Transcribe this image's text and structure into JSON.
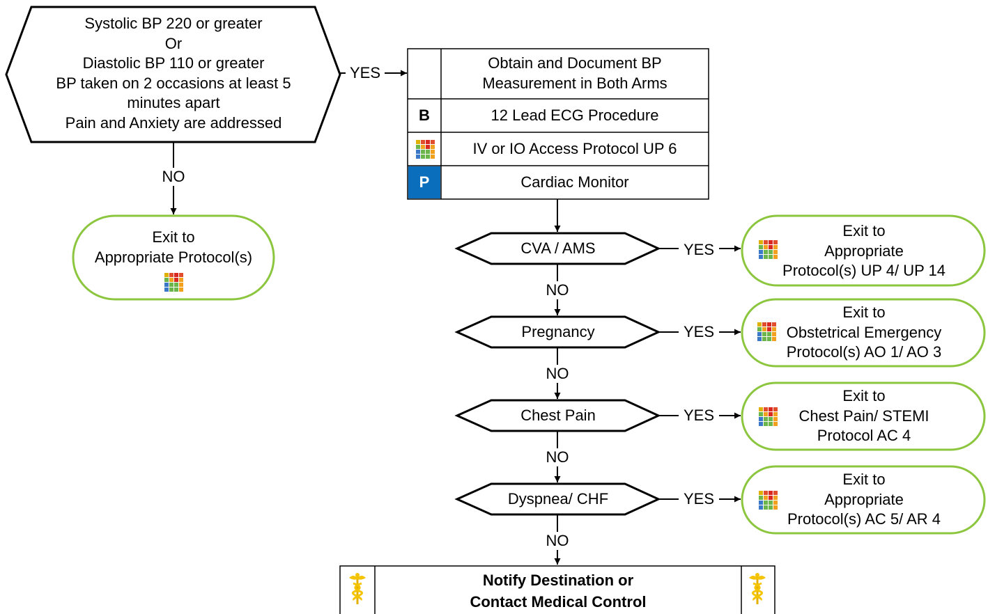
{
  "start": {
    "lines": [
      "Systolic BP 220 or greater",
      "Or",
      "Diastolic BP 110 or greater",
      "BP taken on 2 occasions at least 5",
      "minutes apart",
      "Pain and Anxiety are addressed"
    ]
  },
  "edges": {
    "yes": "YES",
    "no": "NO"
  },
  "exit_left": {
    "lines": [
      "Exit to",
      "Appropriate Protocol(s)"
    ]
  },
  "procedures": [
    {
      "badge": "",
      "text": [
        "Obtain and Document BP",
        "Measurement in Both Arms"
      ]
    },
    {
      "badge": "B",
      "text": [
        "12 Lead ECG Procedure"
      ]
    },
    {
      "badge": "grid-icon",
      "text": [
        "IV or IO Access Protocol UP 6"
      ]
    },
    {
      "badge": "P",
      "text": [
        "Cardiac Monitor"
      ]
    }
  ],
  "decisions": [
    {
      "label": "CVA / AMS",
      "exit": [
        "Exit to",
        "Appropriate",
        "Protocol(s) UP 4/ UP 14"
      ]
    },
    {
      "label": "Pregnancy",
      "exit": [
        "Exit to",
        "Obstetrical Emergency",
        "Protocol(s) AO 1/ AO 3"
      ]
    },
    {
      "label": "Chest Pain",
      "exit": [
        "Exit to",
        "Chest Pain/ STEMI",
        "Protocol AC 4"
      ]
    },
    {
      "label": "Dyspnea/ CHF",
      "exit": [
        "Exit to",
        "Appropriate",
        "Protocol(s) AC 5/ AR 4"
      ]
    }
  ],
  "final": {
    "lines": [
      "Notify Destination or",
      "Contact Medical Control"
    ],
    "icon": "caduceus-icon"
  },
  "colors": {
    "exit_border": "#8cc63f",
    "p_badge": "#0a6ebd",
    "caduceus": "#f5c400"
  }
}
